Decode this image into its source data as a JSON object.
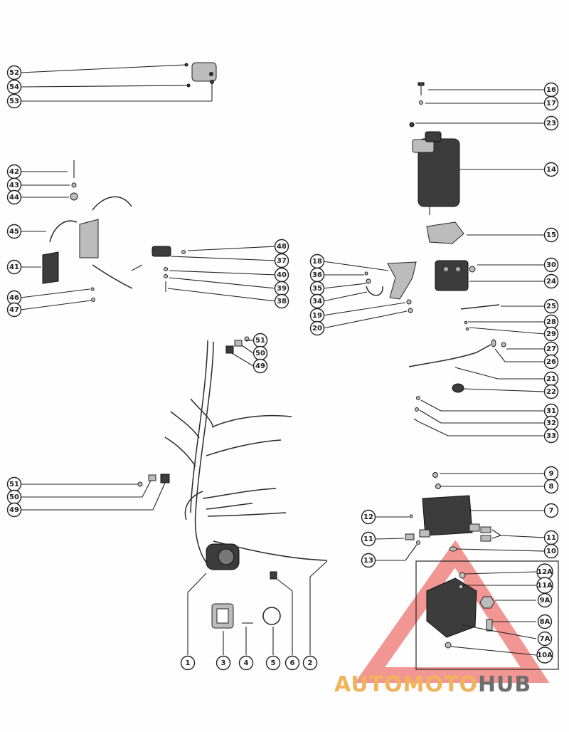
{
  "callouts": [
    {
      "id": "c52",
      "num": "52"
    },
    {
      "id": "c54",
      "num": "54"
    },
    {
      "id": "c53",
      "num": "53"
    },
    {
      "id": "c16",
      "num": "16"
    },
    {
      "id": "c17",
      "num": "17"
    },
    {
      "id": "c23",
      "num": "23"
    },
    {
      "id": "c14",
      "num": "14"
    },
    {
      "id": "c15",
      "num": "15"
    },
    {
      "id": "c42",
      "num": "42"
    },
    {
      "id": "c43",
      "num": "43"
    },
    {
      "id": "c44",
      "num": "44"
    },
    {
      "id": "c45",
      "num": "45"
    },
    {
      "id": "c41",
      "num": "41"
    },
    {
      "id": "c46",
      "num": "46"
    },
    {
      "id": "c47",
      "num": "47"
    },
    {
      "id": "c48",
      "num": "48"
    },
    {
      "id": "c37",
      "num": "37"
    },
    {
      "id": "c40",
      "num": "40"
    },
    {
      "id": "c39",
      "num": "39"
    },
    {
      "id": "c38",
      "num": "38"
    },
    {
      "id": "c18",
      "num": "18"
    },
    {
      "id": "c36",
      "num": "36"
    },
    {
      "id": "c35",
      "num": "35"
    },
    {
      "id": "c34",
      "num": "34"
    },
    {
      "id": "c19",
      "num": "19"
    },
    {
      "id": "c20",
      "num": "20"
    },
    {
      "id": "c30",
      "num": "30"
    },
    {
      "id": "c24",
      "num": "24"
    },
    {
      "id": "c25",
      "num": "25"
    },
    {
      "id": "c28",
      "num": "28"
    },
    {
      "id": "c29",
      "num": "29"
    },
    {
      "id": "c27",
      "num": "27"
    },
    {
      "id": "c26",
      "num": "26"
    },
    {
      "id": "c21",
      "num": "21"
    },
    {
      "id": "c22",
      "num": "22"
    },
    {
      "id": "c31",
      "num": "31"
    },
    {
      "id": "c32",
      "num": "32"
    },
    {
      "id": "c33",
      "num": "33"
    },
    {
      "id": "c51a",
      "num": "51"
    },
    {
      "id": "c50a",
      "num": "50"
    },
    {
      "id": "c49a",
      "num": "49"
    },
    {
      "id": "c51b",
      "num": "51"
    },
    {
      "id": "c50b",
      "num": "50"
    },
    {
      "id": "c49b",
      "num": "49"
    },
    {
      "id": "c9",
      "num": "9"
    },
    {
      "id": "c8",
      "num": "8"
    },
    {
      "id": "c7",
      "num": "7"
    },
    {
      "id": "c12",
      "num": "12"
    },
    {
      "id": "c11a",
      "num": "11"
    },
    {
      "id": "c11b",
      "num": "11"
    },
    {
      "id": "c13",
      "num": "13"
    },
    {
      "id": "c10",
      "num": "10"
    },
    {
      "id": "c12A",
      "num": "12A"
    },
    {
      "id": "c11A",
      "num": "11A"
    },
    {
      "id": "c9A",
      "num": "9A"
    },
    {
      "id": "c8A",
      "num": "8A"
    },
    {
      "id": "c7A",
      "num": "7A"
    },
    {
      "id": "c10A",
      "num": "10A"
    },
    {
      "id": "c1",
      "num": "1"
    },
    {
      "id": "c3",
      "num": "3"
    },
    {
      "id": "c4",
      "num": "4"
    },
    {
      "id": "c5",
      "num": "5"
    },
    {
      "id": "c6",
      "num": "6"
    },
    {
      "id": "c2",
      "num": "2"
    }
  ],
  "watermark": {
    "part1": "AUTO",
    "part2": "MOTO",
    "part3": "HUB",
    "triangle_color": "#e8403a"
  }
}
